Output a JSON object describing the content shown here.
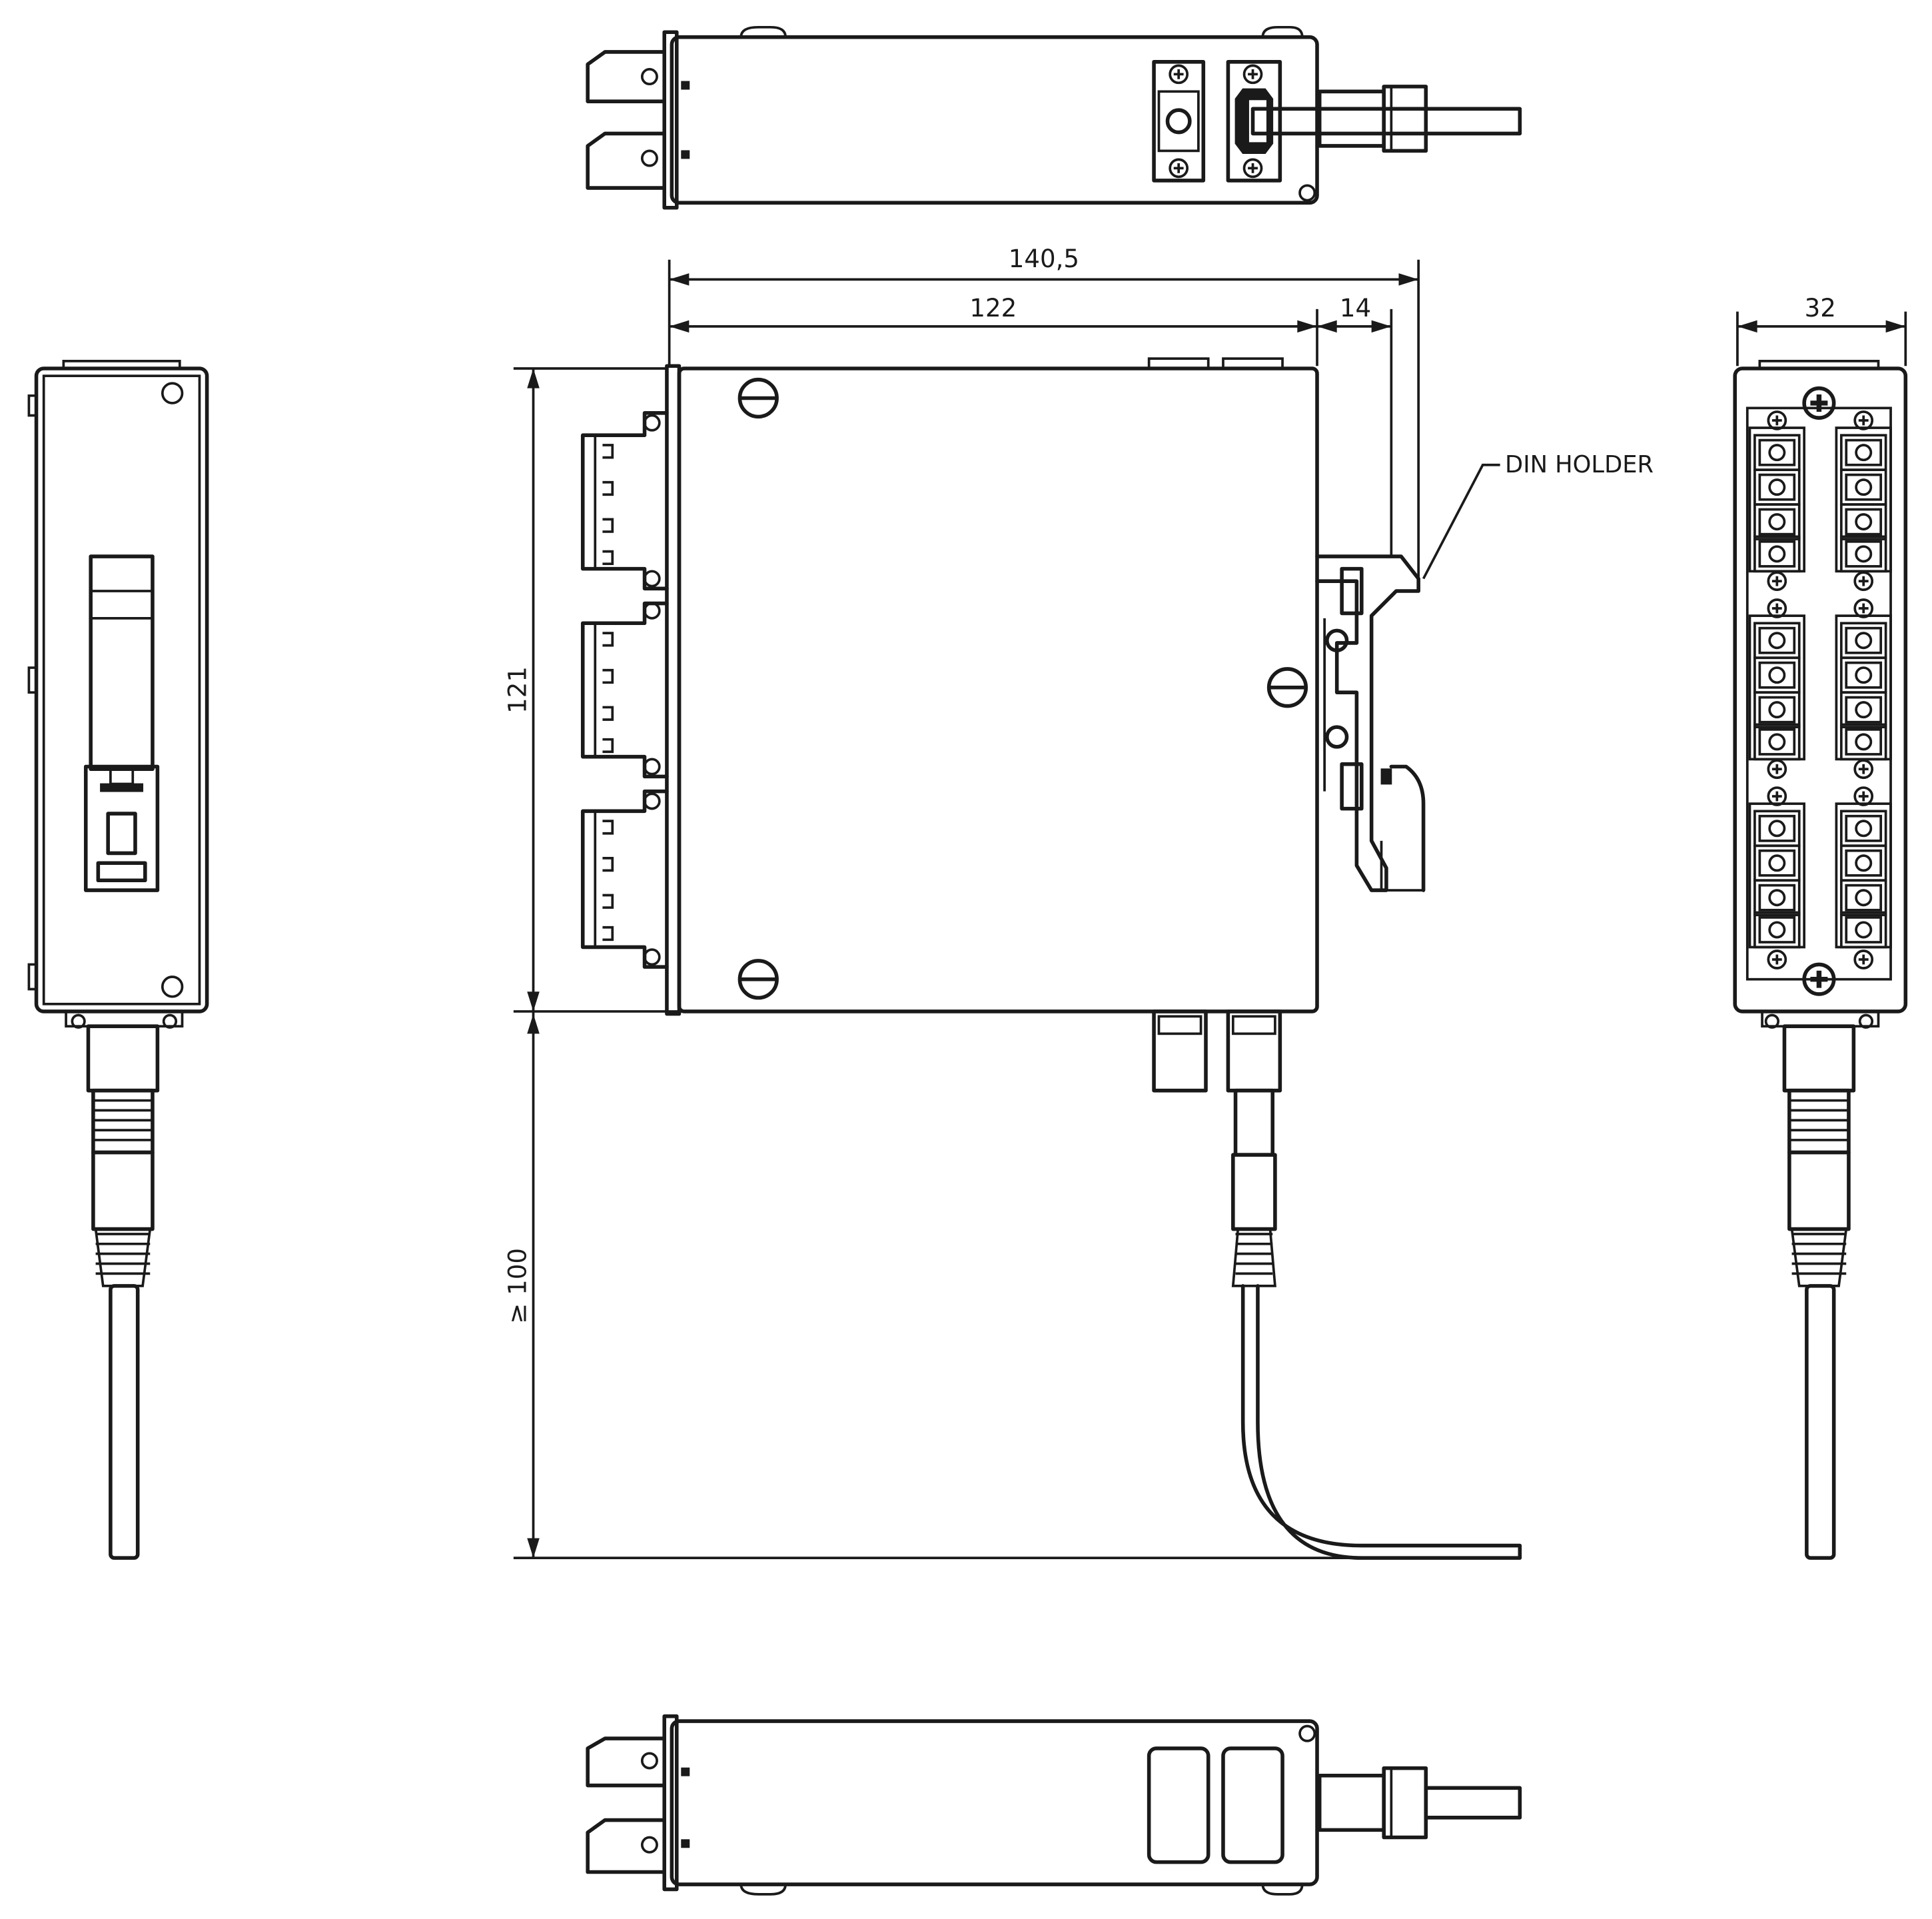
{
  "dimensions": {
    "overall_width": "140,5",
    "body_width": "122",
    "rail_offset": "14",
    "body_height": "121",
    "cable_clearance": "≥ 100",
    "side_depth": "32"
  },
  "labels": {
    "din_holder": "DIN HOLDER"
  }
}
